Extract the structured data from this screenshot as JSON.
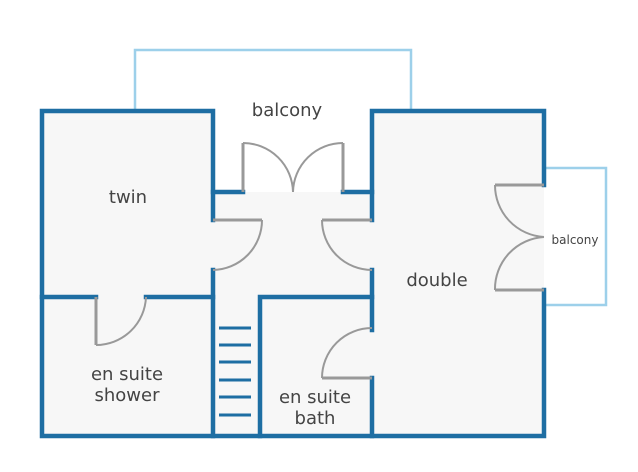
{
  "rooms": {
    "balcony_top": "balcony",
    "twin": "twin",
    "double": "double",
    "balcony_side": "balcony",
    "shower_line1": "en suite",
    "shower_line2": "shower",
    "bath_line1": "en suite",
    "bath_line2": "bath"
  },
  "colors": {
    "wall": "#1e6ea3",
    "balcony": "#9dd0ea",
    "door": "#999999",
    "floor": "#f7f7f7"
  }
}
